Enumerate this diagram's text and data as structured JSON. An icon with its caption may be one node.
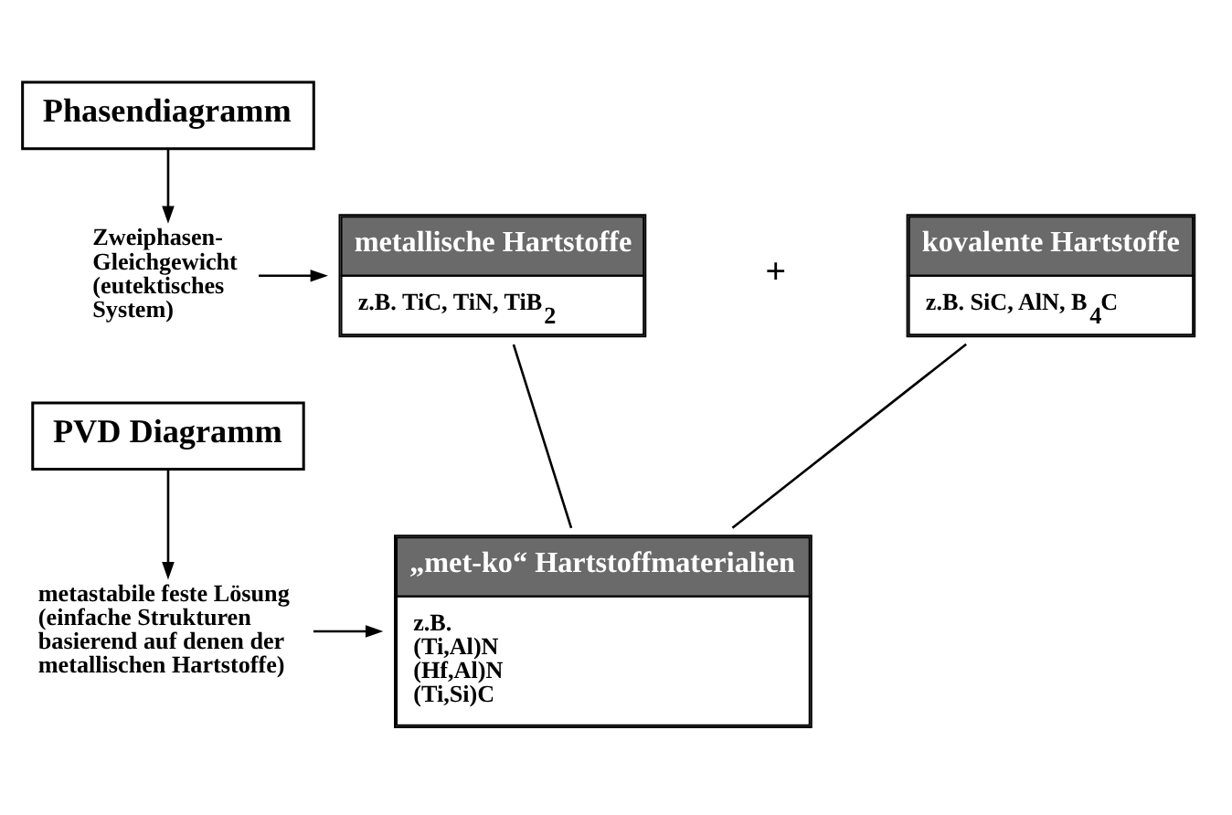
{
  "diagram": {
    "nodes": [
      {
        "text": [
          "Phasendiagramm"
        ]
      },
      {
        "text": [
          "Zweiphasen-Gleichgewicht (eutektisches System)"
        ]
      },
      {
        "text": [
          "metallische Hartstoffe",
          "z.B. TiC, TiN, TiB$_{2}$"
        ]
      },
      {
        "text": [
          "kovalente Hartstoffe",
          "z.B. SiC, AlN, B$_{4}$C"
        ]
      },
      {
        "text": [
          "PVD Diagramm"
        ]
      },
      {
        "text": [
          "metastabile feste Lösung (einfache Strukturen basierend auf denen der metallischen Hartstoffe)"
        ]
      },
      {
        "text": [
          "„met-ko“ Hartstoffmaterialien",
          "z.B. (Ti,Al)N (Hf,Al)N (Ti,Si)C"
        ]
      }
    ],
    "edges": [
      {
        "from": 0,
        "to": 1,
        "arrow": "to"
      },
      {
        "from": 1,
        "to": 2,
        "arrow": "to"
      },
      {
        "from": 4,
        "to": 5,
        "arrow": "to"
      },
      {
        "from": 5,
        "to": 6,
        "arrow": "to"
      },
      {
        "from": 2,
        "to": 6,
        "arrow": "none"
      },
      {
        "from": 3,
        "to": 6,
        "arrow": "none"
      }
    ],
    "labels": [
      "+"
    ]
  }
}
